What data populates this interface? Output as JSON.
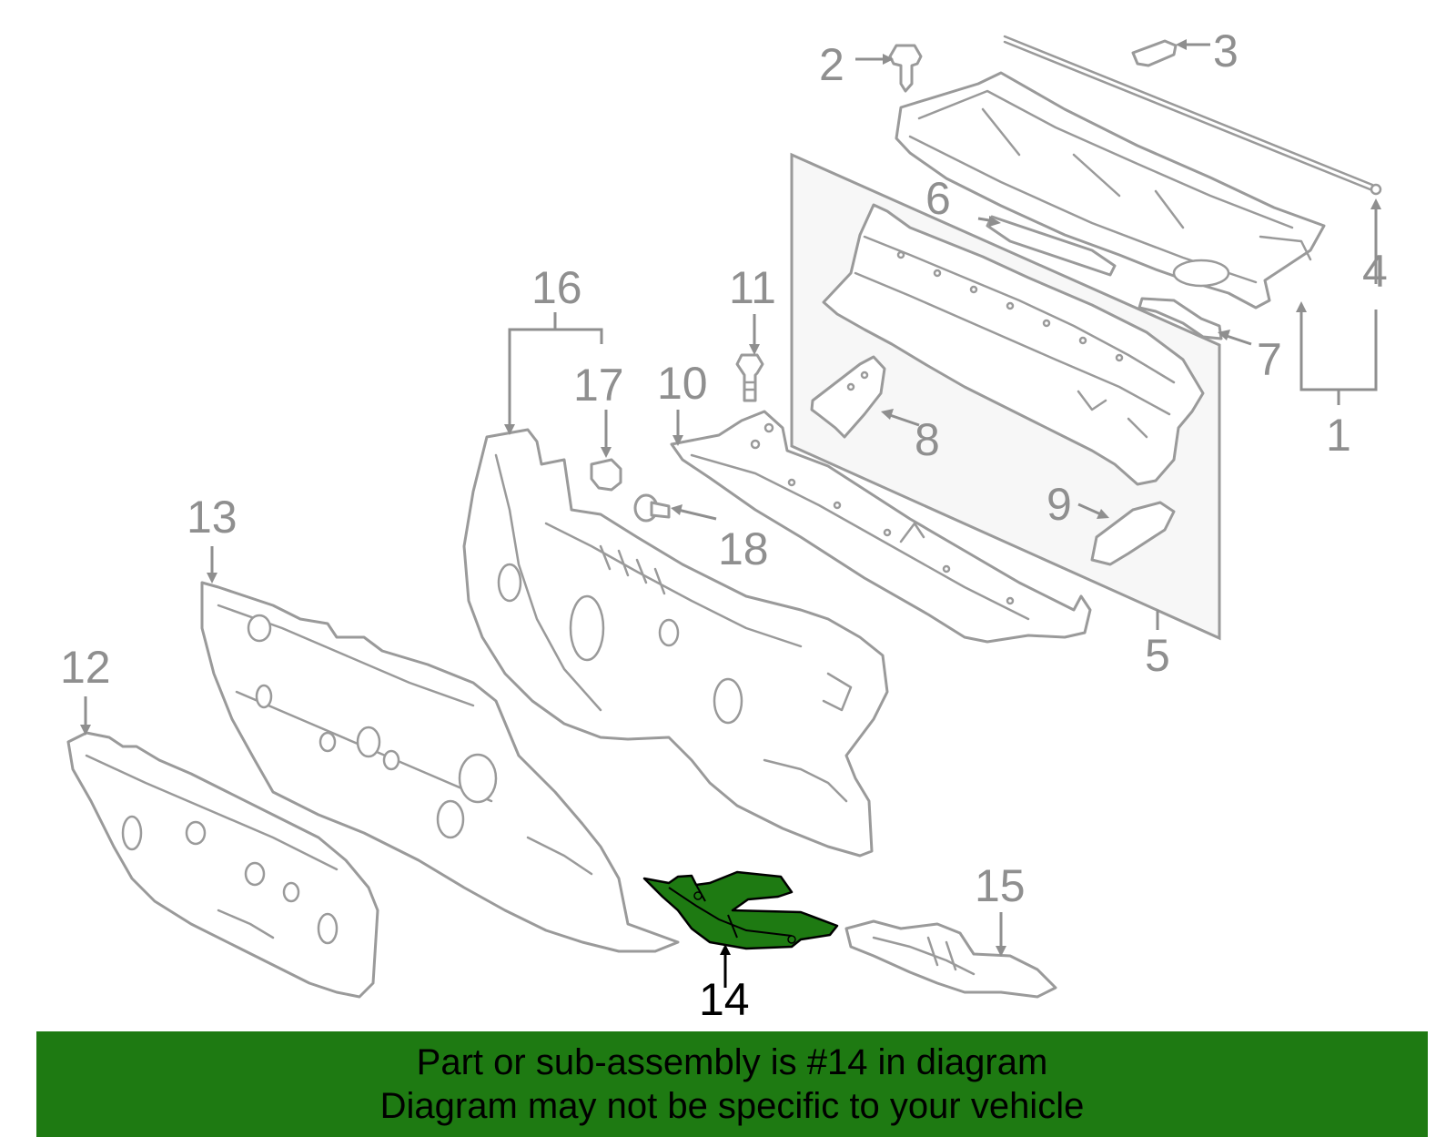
{
  "callouts": {
    "c1": "1",
    "c2": "2",
    "c3": "3",
    "c4": "4",
    "c5": "5",
    "c6": "6",
    "c7": "7",
    "c8": "8",
    "c9": "9",
    "c10": "10",
    "c11": "11",
    "c12": "12",
    "c13": "13",
    "c14": "14",
    "c15": "15",
    "c16": "16",
    "c17": "17",
    "c18": "18"
  },
  "highlighted_part": "14",
  "colors": {
    "highlight_fill": "#1e7a12",
    "banner_background": "#1e7a12",
    "line_gray": "#9a9a9a",
    "box_fill": "#f7f7f7"
  },
  "banner": {
    "line1": "Part or sub-assembly is #14 in diagram",
    "line2": "Diagram may not be specific to your vehicle"
  }
}
